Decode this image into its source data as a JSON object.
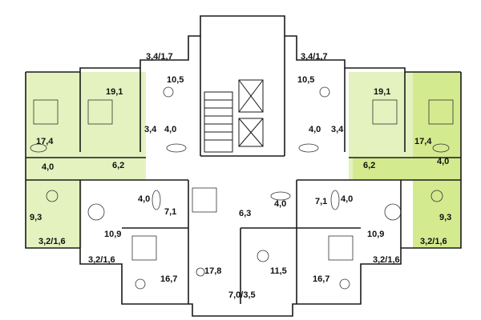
{
  "colors": {
    "apartment_fill": "#e3f2bf",
    "highlight_fill": "#d4ea8f",
    "wall": "#1a1a1a"
  },
  "labels": {
    "area_3_4_1_7": "3,4/1,7",
    "area_10_5": "10,5",
    "area_19_1": "19,1",
    "area_3_4": "3,4",
    "area_4_0": "4,0",
    "area_17_4": "17,4",
    "area_6_2": "6,2",
    "area_9_3": "9,3",
    "area_10_9": "10,9",
    "area_3_2_1_6": "3,2/1,6",
    "area_16_7": "16,7",
    "area_7_1": "7,1",
    "area_6_3": "6,3",
    "area_17_8": "17,8",
    "area_11_5": "11,5",
    "area_7_0_3_5": "7,0/3,5"
  }
}
